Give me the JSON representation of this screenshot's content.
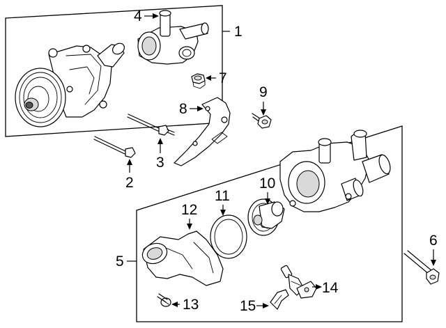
{
  "callouts": [
    {
      "id": "1",
      "label": "1"
    },
    {
      "id": "2",
      "label": "2"
    },
    {
      "id": "3",
      "label": "3"
    },
    {
      "id": "4",
      "label": "4"
    },
    {
      "id": "5",
      "label": "5"
    },
    {
      "id": "6",
      "label": "6"
    },
    {
      "id": "7",
      "label": "7"
    },
    {
      "id": "8",
      "label": "8"
    },
    {
      "id": "9",
      "label": "9"
    },
    {
      "id": "10",
      "label": "10"
    },
    {
      "id": "11",
      "label": "11"
    },
    {
      "id": "12",
      "label": "12"
    },
    {
      "id": "13",
      "label": "13"
    },
    {
      "id": "14",
      "label": "14"
    },
    {
      "id": "15",
      "label": "15"
    }
  ],
  "parts": [
    {
      "callout": "1",
      "icon": "water-pump-assembly-icon"
    },
    {
      "callout": "2",
      "icon": "long-bolt-icon"
    },
    {
      "callout": "3",
      "icon": "stud-bolt-icon"
    },
    {
      "callout": "4",
      "icon": "water-outlet-icon"
    },
    {
      "callout": "5",
      "icon": "thermostat-housing-assembly-icon"
    },
    {
      "callout": "6",
      "icon": "bolt-icon"
    },
    {
      "callout": "7",
      "icon": "nut-icon"
    },
    {
      "callout": "8",
      "icon": "bracket-icon"
    },
    {
      "callout": "9",
      "icon": "short-bolt-icon"
    },
    {
      "callout": "10",
      "icon": "thermostat-icon"
    },
    {
      "callout": "11",
      "icon": "gasket-ring-icon"
    },
    {
      "callout": "12",
      "icon": "coolant-elbow-pipe-icon"
    },
    {
      "callout": "13",
      "icon": "screw-icon"
    },
    {
      "callout": "14",
      "icon": "temperature-sensor-icon"
    },
    {
      "callout": "15",
      "icon": "retaining-clip-icon"
    }
  ],
  "colors": {
    "line": "#000000",
    "background": "#ffffff",
    "shade": "#d9d9d9"
  }
}
